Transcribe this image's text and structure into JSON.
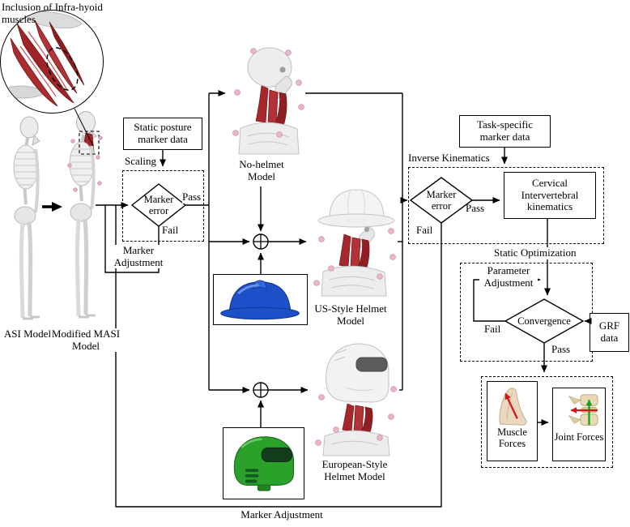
{
  "inset": {
    "caption": "Inclusion of Infra-hyoid muscles"
  },
  "skeletons": {
    "asi_label": "ASI Model",
    "masi_label": "Modified MASI Model"
  },
  "scaling": {
    "section_label": "Scaling",
    "input_box": "Static posture marker data",
    "decision": "Marker error",
    "pass_label": "Pass",
    "fail_label": "Fail",
    "feedback_label": "Marker Adjustment"
  },
  "models": {
    "no_helmet_label": "No-helmet Model",
    "us_label": "US-Style Helmet Model",
    "euro_label": "European-Style Helmet Model"
  },
  "inverse_kinematics": {
    "section_label": "Inverse Kinematics",
    "input_box": "Task-specific marker data",
    "decision": "Marker error",
    "pass_label": "Pass",
    "fail_label": "Fail",
    "output_box": "Cervical Intervertebral kinematics"
  },
  "static_optimization": {
    "section_label": "Static Optimization",
    "feedback_label": "Parameter Adjustment",
    "decision": "Convergence",
    "fail_label": "Fail",
    "pass_label": "Pass",
    "grf_box": "GRF data"
  },
  "results": {
    "muscle_box": "Muscle Forces",
    "joint_box": "Joint Forces"
  },
  "bottom_feedback_label": "Marker Adjustment",
  "colors": {
    "us_helmet_blue": "#1d50c8",
    "euro_helmet_green": "#2ba02b",
    "muscle_red": "#a5282d",
    "marker_pink": "#eab6ca",
    "force_arrow_red": "#d01818",
    "force_arrow_green": "#18a018"
  }
}
